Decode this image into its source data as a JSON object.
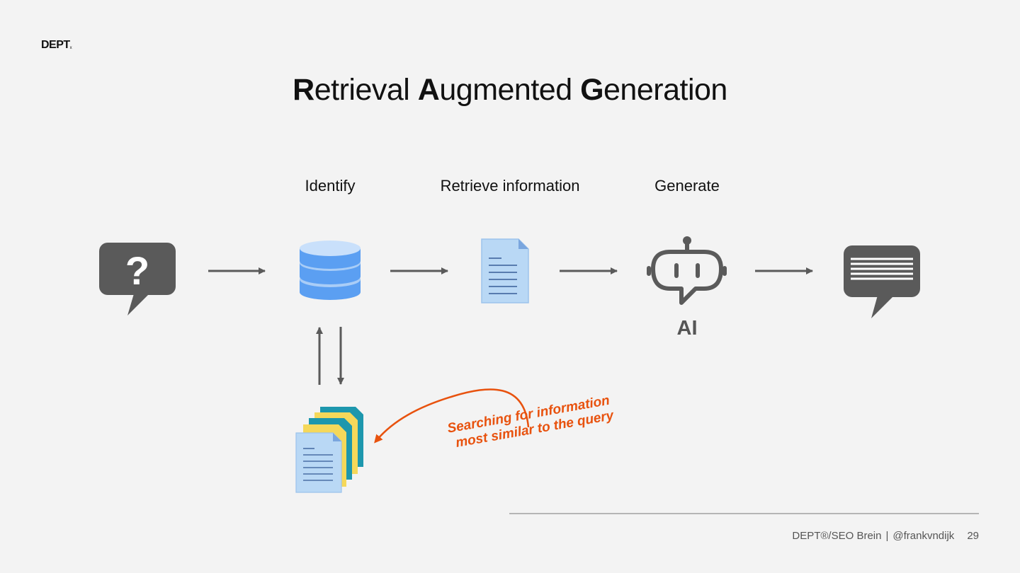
{
  "logo": {
    "text": "DEPT",
    "mark": "x"
  },
  "title": {
    "r": "R",
    "r_rest": "etrieval ",
    "a": "A",
    "a_rest": "ugmented ",
    "g": "G",
    "g_rest": "eneration"
  },
  "steps": {
    "identify": "Identify",
    "retrieve": "Retrieve information",
    "generate": "Generate"
  },
  "icons": {
    "question": "question-bubble-icon",
    "database": "database-icon",
    "document": "document-icon",
    "robot": "robot-chat-icon",
    "answer": "answer-bubble-icon",
    "documents": "document-stack-icon"
  },
  "ai_label": "AI",
  "annotation": {
    "line1": "Searching for information",
    "line2": "most similar to the query"
  },
  "footer": {
    "brand": "DEPT®/SEO Brein",
    "sep": "|",
    "handle": "@frankvndijk",
    "page": "29"
  },
  "colors": {
    "accent": "#e8520e",
    "icon_gray": "#5a5a5a",
    "db_blue": "#5b9ff2",
    "doc_blue": "#b9d8f5"
  }
}
